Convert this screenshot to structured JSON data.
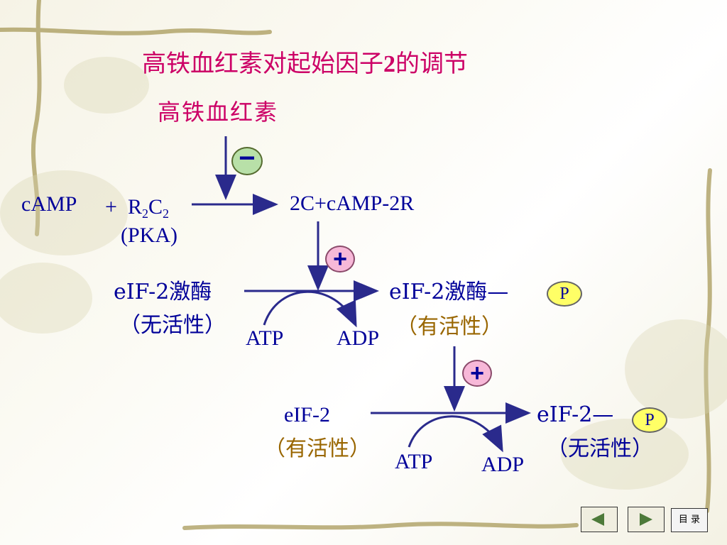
{
  "title": {
    "text": "高铁血红素对起始因子",
    "num": "2",
    "tail": "的调节"
  },
  "hemin": "高铁血红素",
  "reaction1": {
    "camp": "cAMP",
    "plus": "+",
    "r": "R",
    "r_sub": "2",
    "c": "C",
    "c_sub": "2",
    "pka": "(PKA)",
    "product": "2C+cAMP-2R"
  },
  "reaction2": {
    "left": "eIF-2激酶",
    "left_state": "（无活性）",
    "right": "eIF-2激酶—",
    "right_state": "（有活性）",
    "atp": "ATP",
    "adp": "ADP",
    "phospho": "P"
  },
  "reaction3": {
    "left": "eIF-2",
    "left_state": "（有活性）",
    "right": "eIF-2—",
    "right_state": "（无活性）",
    "atp": "ATP",
    "adp": "ADP",
    "phospho": "P"
  },
  "signs": {
    "minus": "−",
    "plus": "+"
  },
  "nav": {
    "menu_label": "目 录"
  },
  "colors": {
    "title": "#cc0066",
    "text": "#000099",
    "state": "#996600",
    "arrow": "#2a2a8c",
    "phospho_fill": "#ffff66"
  }
}
